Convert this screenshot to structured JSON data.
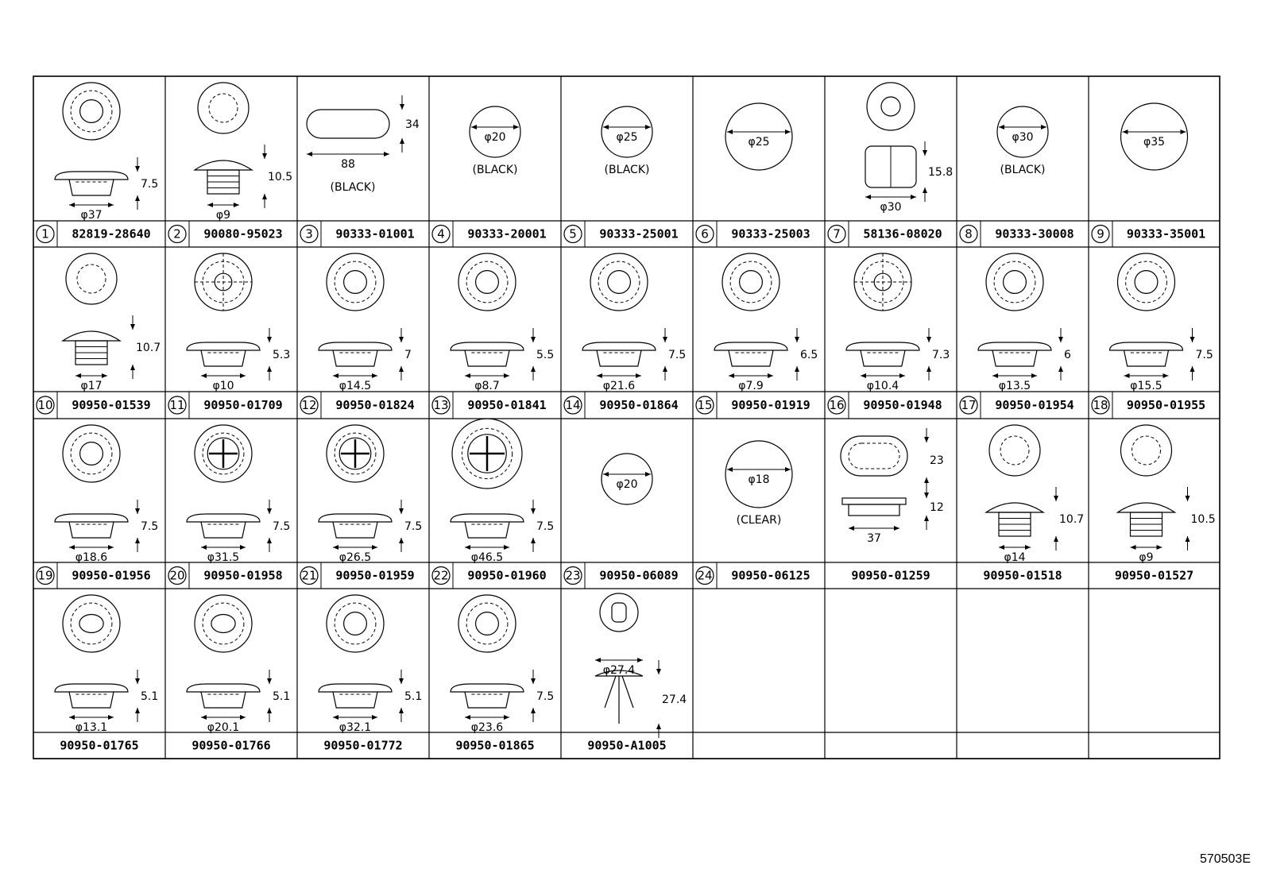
{
  "sheet_code": "570503E",
  "cells": [
    {
      "num": "1",
      "part": "82819-28640",
      "dims": [
        "7.5",
        "φ37"
      ],
      "icon": "grommet-flanged-icon"
    },
    {
      "num": "2",
      "part": "90080-95023",
      "dims": [
        "10.5",
        "φ9"
      ],
      "icon": "plug-ribbed-icon"
    },
    {
      "num": "3",
      "part": "90333-01001",
      "dims": [
        "34",
        "88"
      ],
      "note": "(BLACK)",
      "icon": "oval-plug-icon"
    },
    {
      "num": "4",
      "part": "90333-20001",
      "dims": [
        "φ20"
      ],
      "note": "(BLACK)",
      "icon": "round-seal-icon"
    },
    {
      "num": "5",
      "part": "90333-25001",
      "dims": [
        "φ25"
      ],
      "note": "(BLACK)",
      "icon": "round-seal-icon"
    },
    {
      "num": "6",
      "part": "90333-25003",
      "dims": [
        "φ25"
      ],
      "icon": "round-seal-icon"
    },
    {
      "num": "7",
      "part": "58136-08020",
      "dims": [
        "15.8",
        "φ30"
      ],
      "icon": "clip-nut-icon"
    },
    {
      "num": "8",
      "part": "90333-30008",
      "dims": [
        "φ30"
      ],
      "note": "(BLACK)",
      "icon": "round-seal-icon"
    },
    {
      "num": "9",
      "part": "90333-35001",
      "dims": [
        "φ35"
      ],
      "icon": "round-seal-icon"
    },
    {
      "num": "10",
      "part": "90950-01539",
      "dims": [
        "10.7",
        "φ17"
      ],
      "icon": "plug-ribbed-icon"
    },
    {
      "num": "11",
      "part": "90950-01709",
      "dims": [
        "5.3",
        "φ10"
      ],
      "icon": "grommet-slotted-icon"
    },
    {
      "num": "12",
      "part": "90950-01824",
      "dims": [
        "7",
        "φ14.5"
      ],
      "icon": "grommet-icon"
    },
    {
      "num": "13",
      "part": "90950-01841",
      "dims": [
        "5.5",
        "φ8.7"
      ],
      "icon": "grommet-icon"
    },
    {
      "num": "14",
      "part": "90950-01864",
      "dims": [
        "7.5",
        "φ21.6"
      ],
      "icon": "grommet-icon"
    },
    {
      "num": "15",
      "part": "90950-01919",
      "dims": [
        "6.5",
        "φ7.9"
      ],
      "icon": "grommet-icon"
    },
    {
      "num": "16",
      "part": "90950-01948",
      "dims": [
        "7.3",
        "φ10.4"
      ],
      "icon": "grommet-slotted-icon"
    },
    {
      "num": "17",
      "part": "90950-01954",
      "dims": [
        "6",
        "φ13.5"
      ],
      "icon": "grommet-icon"
    },
    {
      "num": "18",
      "part": "90950-01955",
      "dims": [
        "7.5",
        "φ15.5"
      ],
      "icon": "grommet-icon"
    },
    {
      "num": "19",
      "part": "90950-01956",
      "dims": [
        "7.5",
        "φ18.6"
      ],
      "icon": "grommet-icon"
    },
    {
      "num": "20",
      "part": "90950-01958",
      "dims": [
        "7.5",
        "φ31.5"
      ],
      "icon": "grommet-cross-icon"
    },
    {
      "num": "21",
      "part": "90950-01959",
      "dims": [
        "7.5",
        "φ26.5"
      ],
      "icon": "grommet-cross-icon"
    },
    {
      "num": "22",
      "part": "90950-01960",
      "dims": [
        "7.5",
        "φ46.5"
      ],
      "icon": "grommet-cross-icon"
    },
    {
      "num": "23",
      "part": "90950-06089",
      "dims": [
        "φ20"
      ],
      "icon": "round-seal-icon"
    },
    {
      "num": "24",
      "part": "90950-06125",
      "dims": [
        "φ18"
      ],
      "note": "(CLEAR)",
      "icon": "round-seal-icon"
    },
    {
      "num": "",
      "part": "90950-01259",
      "dims": [
        "23",
        "12",
        "37"
      ],
      "icon": "oval-grommet-icon"
    },
    {
      "num": "",
      "part": "90950-01518",
      "dims": [
        "10.7",
        "φ14"
      ],
      "icon": "plug-ribbed-icon"
    },
    {
      "num": "",
      "part": "90950-01527",
      "dims": [
        "10.5",
        "φ9"
      ],
      "icon": "plug-ribbed-icon"
    },
    {
      "num": "",
      "part": "90950-01765",
      "dims": [
        "5.1",
        "φ13.1"
      ],
      "icon": "grommet-oval-hole-icon"
    },
    {
      "num": "",
      "part": "90950-01766",
      "dims": [
        "5.1",
        "φ20.1"
      ],
      "icon": "grommet-oval-hole-icon"
    },
    {
      "num": "",
      "part": "90950-01772",
      "dims": [
        "5.1",
        "φ32.1"
      ],
      "icon": "grommet-icon"
    },
    {
      "num": "",
      "part": "90950-01865",
      "dims": [
        "7.5",
        "φ23.6"
      ],
      "icon": "grommet-icon"
    },
    {
      "num": "",
      "part": "90950-A1005",
      "dims": [
        "φ27.4",
        "27.4"
      ],
      "icon": "push-clip-icon"
    },
    {
      "num": "",
      "part": "",
      "dims": [],
      "icon": ""
    },
    {
      "num": "",
      "part": "",
      "dims": [],
      "icon": ""
    },
    {
      "num": "",
      "part": "",
      "dims": [],
      "icon": ""
    },
    {
      "num": "",
      "part": "",
      "dims": [],
      "icon": ""
    }
  ]
}
